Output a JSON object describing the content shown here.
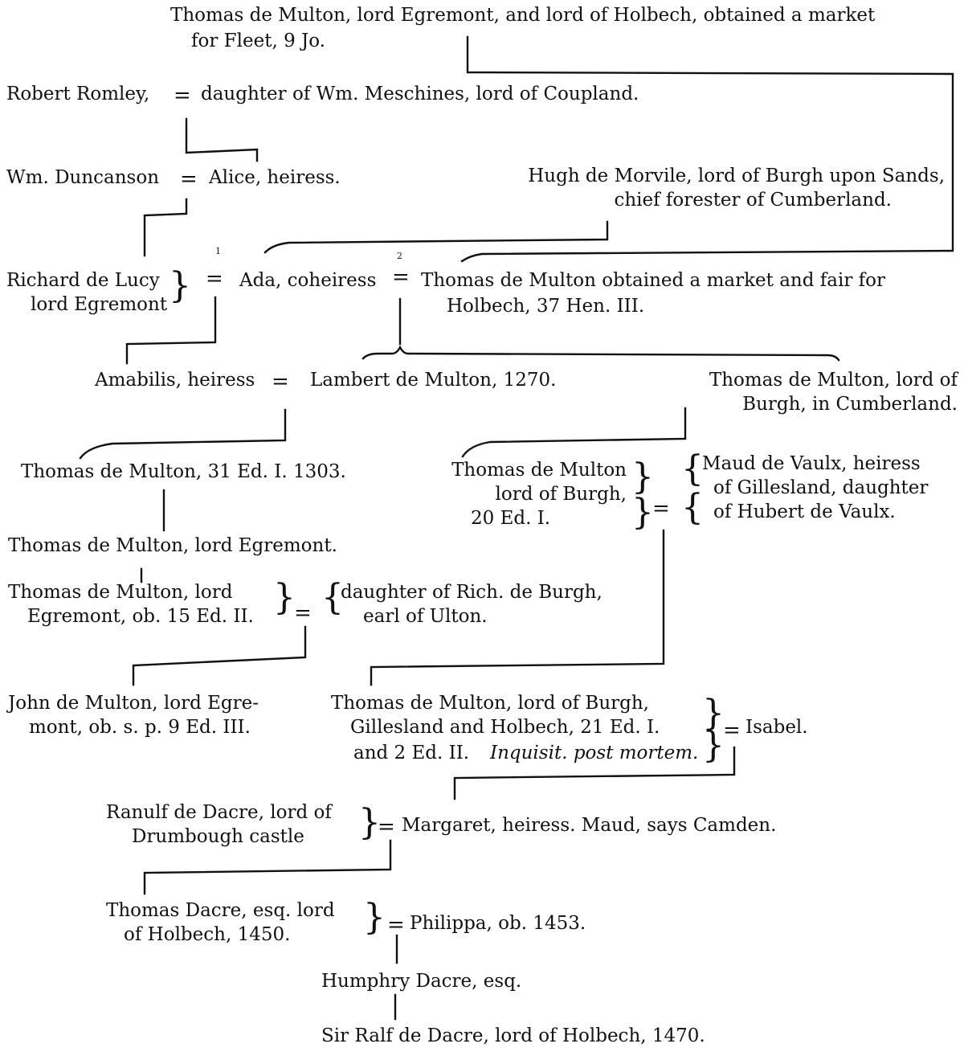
{
  "people": {
    "thomas_egremont_holbech": [
      "Thomas de Multon,  lord Egremont,  and lord of Holbech,  obtained a market",
      "for Fleet, 9 Jo."
    ],
    "robert_romley": "Robert  Romley,",
    "daughter_meschines": "daughter of Wm. Meschines,  lord of Coupland.",
    "wm_duncanson": "Wm. Duncanson",
    "alice": "Alice,  heiress.",
    "hugh_morvile": [
      "Hugh de Morvile, lord of Burgh upon Sands,",
      "chief forester of Cumberland."
    ],
    "richard_lucy": [
      "Richard de Lucy",
      "lord Egremont"
    ],
    "ada": "Ada,  coheiress",
    "thomas_holbech_market": [
      "Thomas  de  Multon  obtained  a market  and  fair  for",
      "Holbech,  37 Hen. III."
    ],
    "amabilis": "Amabilis,  heiress",
    "lambert": "Lambert de Multon, 1270.",
    "thomas_lord_burgh_cumberland": [
      "Thomas  de  Multon,   lord  of",
      "Burgh,  in Cumberland."
    ],
    "thomas_31_ed": "Thomas de Multon, 31 Ed. I. 1303.",
    "thomas_lord_burgh_20": [
      "Thomas de Multon",
      "lord  of  Burgh,",
      "20 Ed. I."
    ],
    "maud_vaulx": [
      "Maud de  Vaulx,  heiress",
      "of  Gillesland,  daughter",
      "of  Hubert  de  Vaulx."
    ],
    "thomas_lord_egremont": "Thomas de Multon,  lord Egremont.",
    "thomas_egremont_ob15": [
      "Thomas  de  Multon,   lord",
      "Egremont, ob. 15 Ed. II."
    ],
    "daughter_rich_burgh": [
      "daughter  of  Rich.  de  Burgh,",
      "earl of Ulton."
    ],
    "john_multon": [
      "John de Multon,  lord Egre-",
      "mont, ob. s. p. 9 Ed. III."
    ],
    "thomas_burgh_gillesland": [
      "Thomas de Multon,  lord of Burgh,",
      "Gillesland  and  Holbech,  21 Ed. I."
    ],
    "thomas_burgh_gillesland_line3": "and 2 Ed. II.",
    "inquisit": "Inquisit.  post mortem.",
    "isabel": "Isabel.",
    "ranulf_dacre": [
      "Ranulf de Dacre,  lord of",
      "Drumbough castle"
    ],
    "margaret": "Margaret,  heiress.    Maud,  says Camden.",
    "thomas_dacre": [
      "Thomas Dacre,  esq.  lord",
      "of Holbech,  1450."
    ],
    "philippa": "Philippa,  ob. 1453.",
    "humphry_dacre": "Humphry Dacre,  esq.",
    "sir_ralf": "Sir Ralf de Dacre,  lord of Holbech,  1470."
  },
  "symbols": {
    "marriage": "=",
    "brace_open": "{",
    "brace_close": "}",
    "marriage_order_1": "1",
    "marriage_order_2": "2"
  }
}
